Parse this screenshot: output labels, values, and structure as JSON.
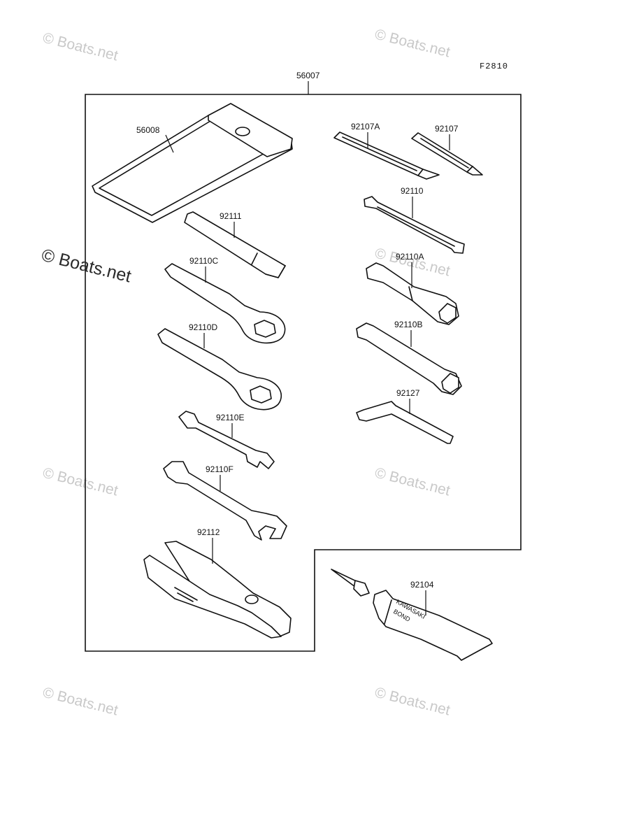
{
  "figure_code": "F2810",
  "watermarks": [
    "© Boats.net",
    "© Boats.net",
    "© Boats.net",
    "© Boats.net",
    "© Boats.net",
    "© Boats.net",
    "© Boats.net",
    "© Boats.net"
  ],
  "tube_text": [
    "KAWASAKI",
    "BOND"
  ],
  "parts": {
    "kit": "56007",
    "bag": "56008",
    "screwdriver_a": "92107A",
    "screwdriver": "92107",
    "handle": "92111",
    "spanner": "92110",
    "ring_wrench_c": "92110C",
    "box_wrench_a": "92110A",
    "ring_wrench_d": "92110D",
    "box_wrench_b": "92110B",
    "hex_key": "92127",
    "open_wrench_e": "92110E",
    "open_wrench_f": "92110F",
    "pliers": "92112",
    "bond": "92104"
  }
}
